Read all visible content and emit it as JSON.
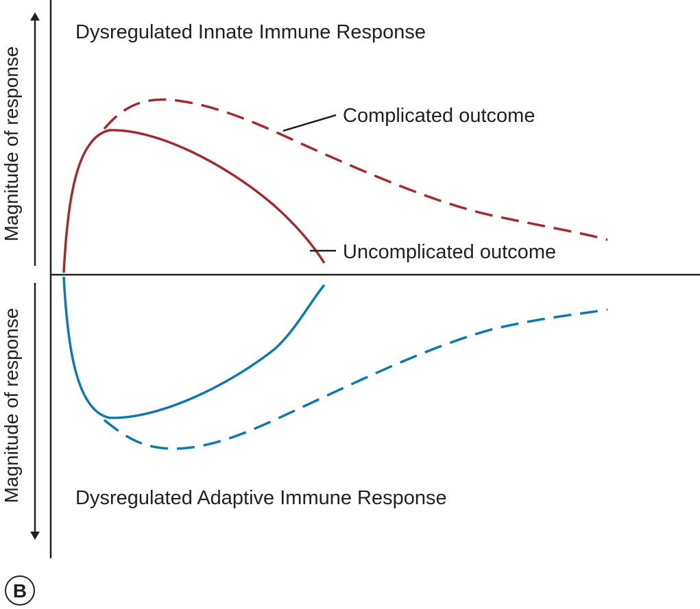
{
  "panel_label": "B",
  "top_panel": {
    "title": "Dysregulated Innate Immune Response",
    "y_axis_label": "Magnitude of response"
  },
  "bottom_panel": {
    "title": "Dysregulated Adaptive Immune Response",
    "y_axis_label": "Magnitude of response"
  },
  "annotations": {
    "complicated": "Complicated outcome",
    "uncomplicated": "Uncomplicated outcome"
  },
  "colors": {
    "innate": "#a32a2e",
    "adaptive": "#0a78b4",
    "axis": "#231f20"
  },
  "line_styles": {
    "complicated": "dashed",
    "uncomplicated": "solid"
  }
}
